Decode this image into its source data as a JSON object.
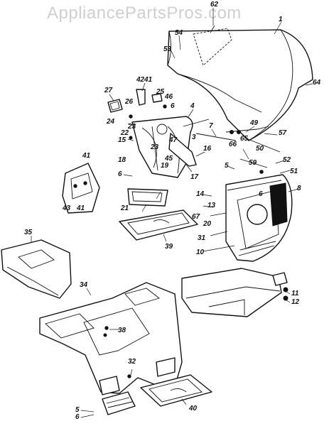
{
  "watermark": "AppliancePartsPros.com",
  "callouts": [
    {
      "id": "62",
      "text": "62"
    },
    {
      "id": "1",
      "text": "1"
    },
    {
      "id": "54",
      "text": "54"
    },
    {
      "id": "53",
      "text": "53"
    },
    {
      "id": "64",
      "text": "64"
    },
    {
      "id": "27",
      "text": "27"
    },
    {
      "id": "42",
      "text": "42"
    },
    {
      "id": "41a",
      "text": "41"
    },
    {
      "id": "25",
      "text": "25"
    },
    {
      "id": "46",
      "text": "46"
    },
    {
      "id": "26",
      "text": "26"
    },
    {
      "id": "6a",
      "text": "6"
    },
    {
      "id": "4",
      "text": "4"
    },
    {
      "id": "24",
      "text": "24"
    },
    {
      "id": "23a",
      "text": "23"
    },
    {
      "id": "22",
      "text": "22"
    },
    {
      "id": "15",
      "text": "15"
    },
    {
      "id": "7",
      "text": "7"
    },
    {
      "id": "3",
      "text": "3"
    },
    {
      "id": "47",
      "text": "47"
    },
    {
      "id": "49",
      "text": "49"
    },
    {
      "id": "57",
      "text": "57"
    },
    {
      "id": "66",
      "text": "66"
    },
    {
      "id": "65",
      "text": "65"
    },
    {
      "id": "50",
      "text": "50"
    },
    {
      "id": "23b",
      "text": "23"
    },
    {
      "id": "18",
      "text": "18"
    },
    {
      "id": "16",
      "text": "16"
    },
    {
      "id": "45",
      "text": "45"
    },
    {
      "id": "19",
      "text": "19"
    },
    {
      "id": "6b",
      "text": "6"
    },
    {
      "id": "17",
      "text": "17"
    },
    {
      "id": "59",
      "text": "59"
    },
    {
      "id": "52",
      "text": "52"
    },
    {
      "id": "5a",
      "text": "5"
    },
    {
      "id": "51",
      "text": "51"
    },
    {
      "id": "41b",
      "text": "41"
    },
    {
      "id": "6c",
      "text": "6"
    },
    {
      "id": "8",
      "text": "8"
    },
    {
      "id": "43",
      "text": "43"
    },
    {
      "id": "41c",
      "text": "41"
    },
    {
      "id": "14",
      "text": "14"
    },
    {
      "id": "13",
      "text": "13"
    },
    {
      "id": "21",
      "text": "21"
    },
    {
      "id": "20",
      "text": "20"
    },
    {
      "id": "67",
      "text": "67"
    },
    {
      "id": "31",
      "text": "31"
    },
    {
      "id": "39",
      "text": "39"
    },
    {
      "id": "10",
      "text": "10"
    },
    {
      "id": "35",
      "text": "35"
    },
    {
      "id": "34",
      "text": "34"
    },
    {
      "id": "38",
      "text": "38"
    },
    {
      "id": "11",
      "text": "11"
    },
    {
      "id": "12",
      "text": "12"
    },
    {
      "id": "32",
      "text": "32"
    },
    {
      "id": "5b",
      "text": "5"
    },
    {
      "id": "6d",
      "text": "6"
    },
    {
      "id": "40",
      "text": "40"
    }
  ]
}
